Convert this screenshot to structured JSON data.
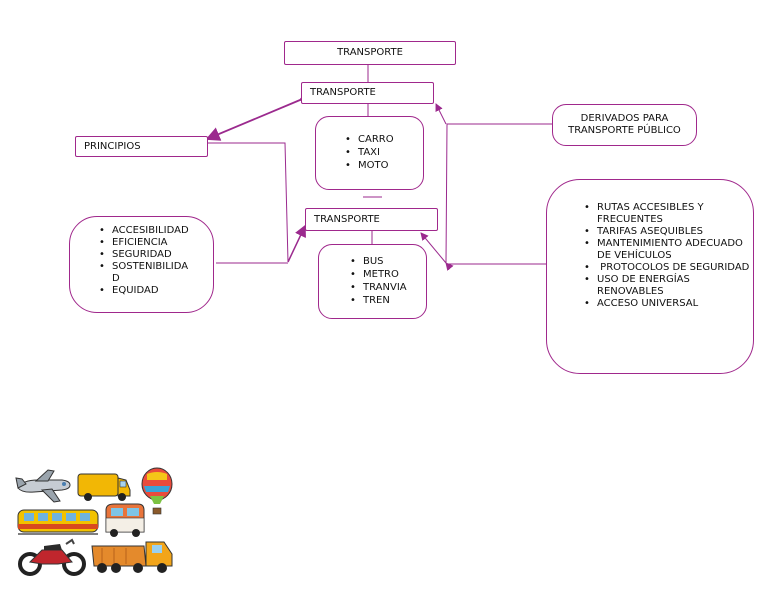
{
  "diagram": {
    "top_title": "TRANSPORTE",
    "private_header": "TRANSPORTE",
    "private_items": [
      "CARRO",
      "TAXI",
      "MOTO"
    ],
    "public_header": "TRANSPORTE",
    "public_items": [
      "BUS",
      "METRO",
      "TRANVIA",
      "TREN"
    ],
    "principles_label": "PRINCIPIOS",
    "principles_items": [
      "ACCESIBILIDAD",
      "EFICIENCIA",
      "SEGURIDAD",
      "SOSTENIBILIDA\nD",
      "EQUIDAD"
    ],
    "rights_label": "DERIVADOS PARA TRANSPORTE PÚBLICO",
    "rights_items": [
      "RUTAS ACCESIBLES Y FRECUENTES",
      "TARIFAS ASEQUIBLES",
      "MANTENIMIENTO ADECUADO DE VEHÍCULOS",
      " PROTOCOLOS DE SEGURIDAD",
      "USO DE ENERGÍAS RENOVABLES",
      "ACCESO UNIVERSAL"
    ]
  },
  "colors": {
    "border": "#a0288c",
    "arrow": "#9b2a8e"
  },
  "icons": [
    "airplane-icon",
    "van-icon",
    "hot-air-balloon-icon",
    "tram-icon",
    "camper-van-icon",
    "motorcycle-icon",
    "dump-truck-icon"
  ]
}
